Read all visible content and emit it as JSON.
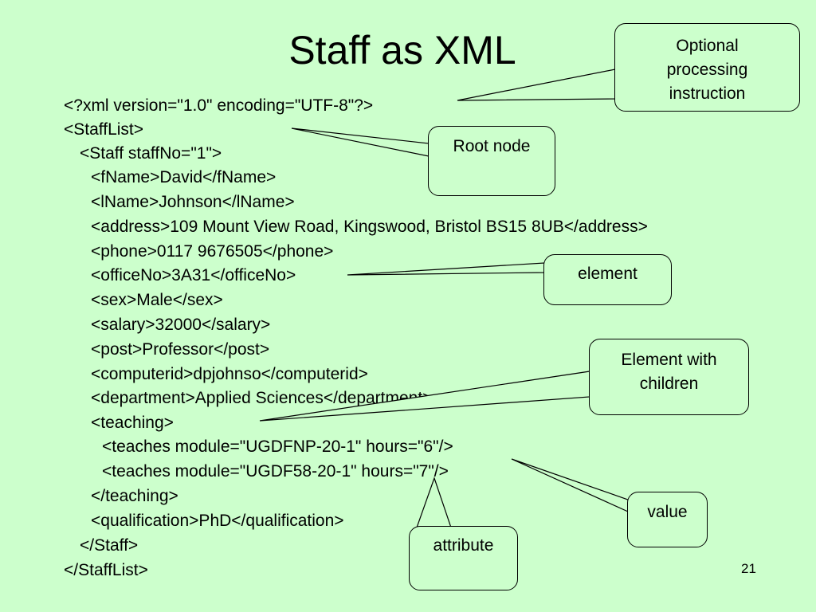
{
  "slide": {
    "title": "Staff as XML",
    "page_number": "21",
    "colors": {
      "background": "#ccffcc",
      "text": "#000000"
    }
  },
  "code_lines": [
    "<?xml version=\"1.0\" encoding=\"UTF-8\"?>",
    "<StaffList>",
    "<Staff staffNo=\"1\">",
    "<fName>David</fName>",
    "<lName>Johnson</lName>",
    "<address>109 Mount View Road, Kingswood, Bristol BS15 8UB</address>",
    "<phone>0117 9676505</phone>",
    "<officeNo>3A31</officeNo>",
    "<sex>Male</sex>",
    "<salary>32000</salary>",
    "<post>Professor</post>",
    "<computerid>dpjohnso</computerid>",
    "<department>Applied Sciences</department>",
    "<teaching>",
    "<teaches module=\"UGDFNP-20-1\" hours=\"6\"/>",
    "<teaches module=\"UGDF58-20-1\" hours=\"7\"/>",
    "</teaching>",
    "<qualification>PhD</qualification>",
    "</Staff>",
    "</StaffList>"
  ],
  "callouts": {
    "processing_instruction": "Optional\nprocessing\ninstruction",
    "root_node": "Root node",
    "element": "element",
    "element_with_children": "Element with\nchildren",
    "value": "value",
    "attribute": "attribute"
  }
}
